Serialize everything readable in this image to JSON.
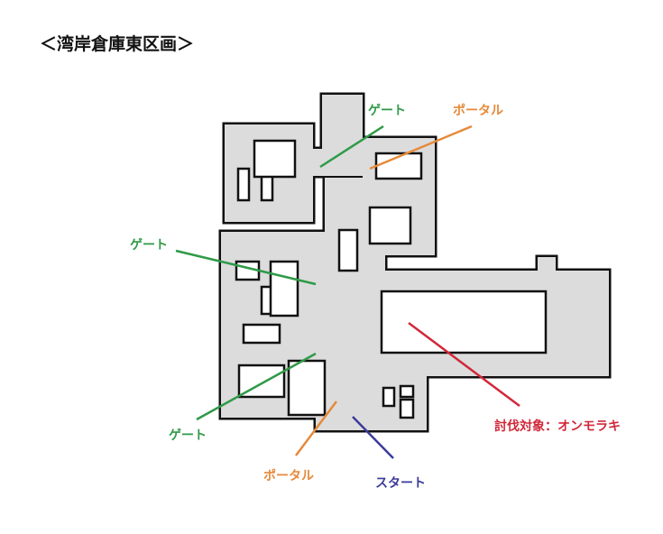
{
  "title": "＜湾岸倉庫東区画＞",
  "colors": {
    "gate": "#2f9a48",
    "portal": "#e68a3a",
    "boss": "#d1283a",
    "start": "#3b3b9c",
    "floor": "#dcdcdc",
    "wall": "#111111"
  },
  "labels": {
    "gate_top": "ゲート",
    "portal_top": "ポータル",
    "gate_left": "ゲート",
    "gate_bottom": "ゲート",
    "portal_bottom": "ポータル",
    "start": "スタート",
    "boss": "討伐対象：オンモラキ"
  }
}
